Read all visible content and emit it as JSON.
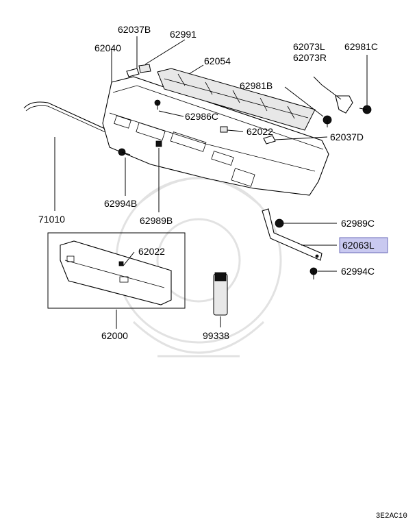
{
  "diagram": {
    "labels": {
      "p62037B": "62037B",
      "p62991": "62991",
      "p62040": "62040",
      "p62054": "62054",
      "p62073L": "62073L",
      "p62073R": "62073R",
      "p62981C": "62981C",
      "p62981B": "62981B",
      "p62986C": "62986C",
      "p62022_top": "62022",
      "p62037D": "62037D",
      "p62994B": "62994B",
      "p62989B": "62989B",
      "p71010": "71010",
      "p62989C": "62989C",
      "p62063L": "62063L",
      "p62994C": "62994C",
      "p62022_box": "62022",
      "p62000": "62000",
      "p99338": "99338"
    },
    "highlighted_part": "62063L",
    "highlight_color": "#c9c9f0",
    "diagram_code": "3E2AC10"
  }
}
